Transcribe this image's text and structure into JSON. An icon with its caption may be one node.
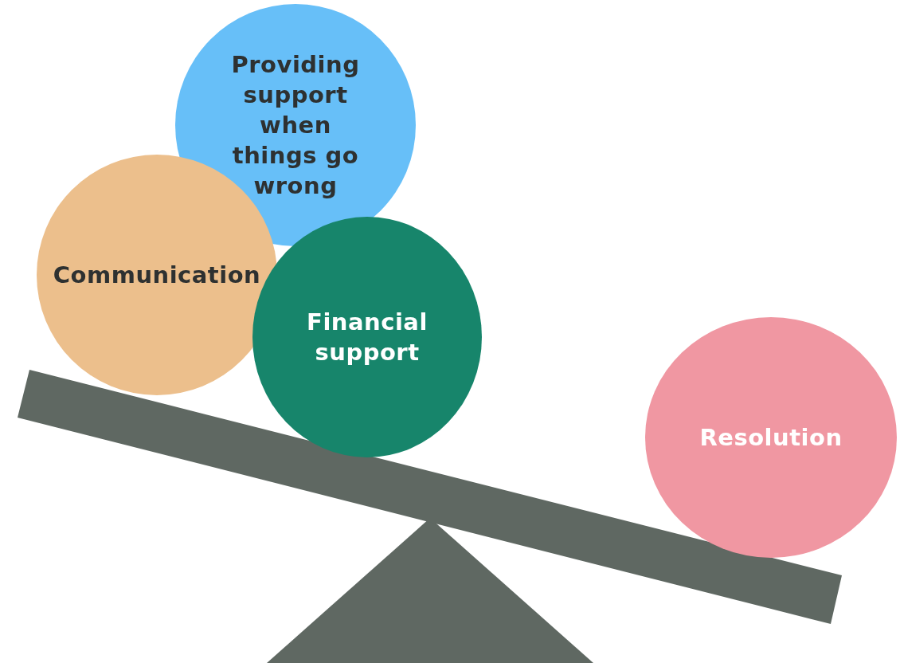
{
  "diagram": {
    "nodes": [
      {
        "text": [
          "Providing support when things go wrong"
        ]
      },
      {
        "text": [
          "Communication"
        ]
      },
      {
        "text": [
          "Financial support"
        ]
      },
      {
        "text": [
          "Resolution"
        ]
      }
    ]
  }
}
